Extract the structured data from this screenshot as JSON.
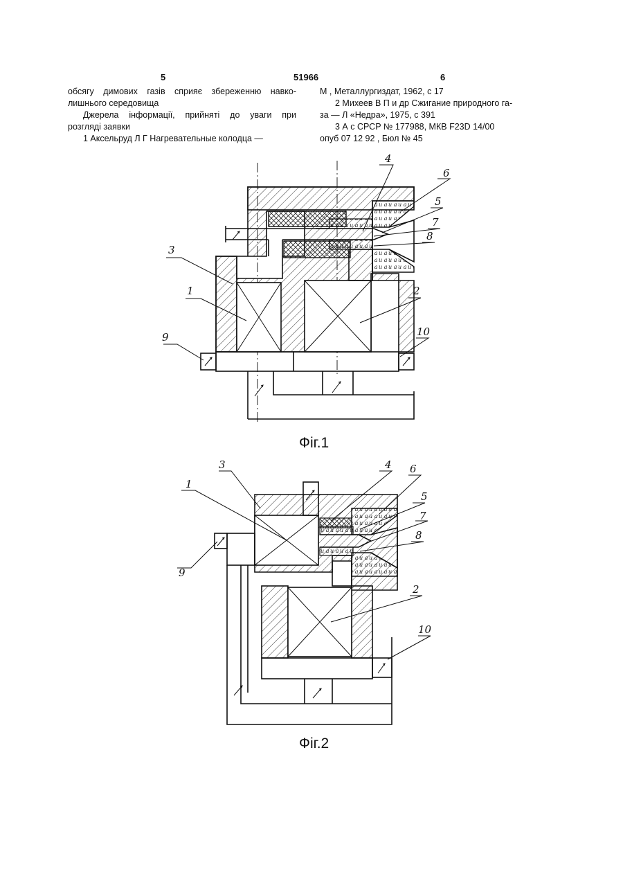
{
  "header": {
    "page_left": "5",
    "patent_number": "51966",
    "page_right": "6"
  },
  "left_column": {
    "line1": "обсягу димових газів сприяє збереженню навко-",
    "line2": "лишнього середовища",
    "line3": "Джерела інформації, прийняті до уваги при",
    "line4": "розгляді заявки",
    "line5": "1 Аксельруд Л Г Нагревательные колодца —"
  },
  "right_column": {
    "line1": "М , Металлургиздат, 1962, с 17",
    "line2": "2 Михеев В П и др Сжигание природного га-",
    "line3": "за — Л «Недра», 1975, с 391",
    "line4": "3 А с СРСР № 177988, МКВ F23D 14/00",
    "line5": "опуб 07 12 92 , Бюл № 45"
  },
  "figure1": {
    "caption": "Фіг.1",
    "labels": [
      "1",
      "2",
      "3",
      "4",
      "5",
      "6",
      "7",
      "8",
      "9",
      "10"
    ]
  },
  "figure2": {
    "caption": "Фіг.2",
    "labels": [
      "1",
      "2",
      "3",
      "4",
      "5",
      "6",
      "7",
      "8",
      "9",
      "10"
    ]
  }
}
